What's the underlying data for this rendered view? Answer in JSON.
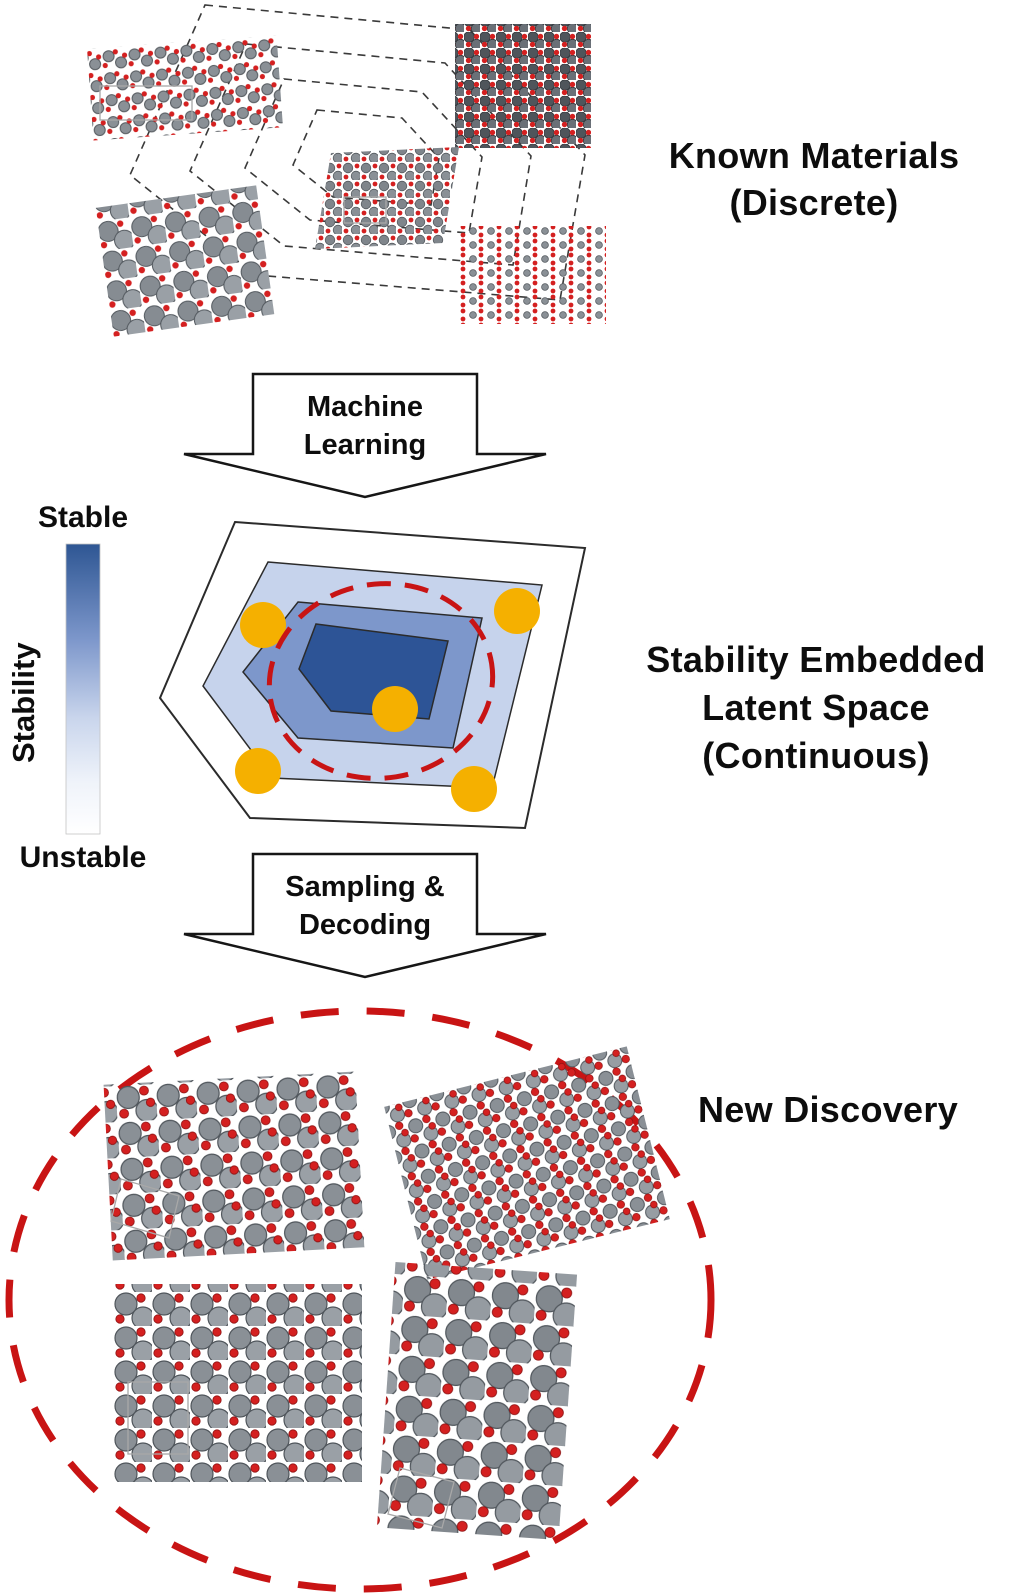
{
  "figure": {
    "known_materials": {
      "title_line1": "Known Materials",
      "title_line2": "(Discrete)"
    },
    "machine_learning_arrow": {
      "line1": "Machine",
      "line2": "Learning"
    },
    "stability_scale": {
      "top_label": "Stable",
      "bottom_label": "Unstable",
      "axis_label": "Stability",
      "stable_color": "#2E5693",
      "unstable_color": "#FFFFFF"
    },
    "latent_space": {
      "title_line1": "Stability Embedded",
      "title_line2": "Latent Space",
      "title_line3": "(Continuous)",
      "region_colors": [
        "#FFFFFF",
        "#C6D3EC",
        "#7D97CB",
        "#2D5496"
      ],
      "sample_marker_color": "#F5B000",
      "boundary_color": "#C81414"
    },
    "sampling_arrow": {
      "line1": "Sampling &",
      "line2": "Decoding"
    },
    "new_discovery": {
      "title": "New Discovery",
      "ellipse_color": "#C81414"
    },
    "atom_colors": {
      "gray": "#8A9096",
      "dark_gray": "#4F555B",
      "red": "#D42020"
    }
  }
}
